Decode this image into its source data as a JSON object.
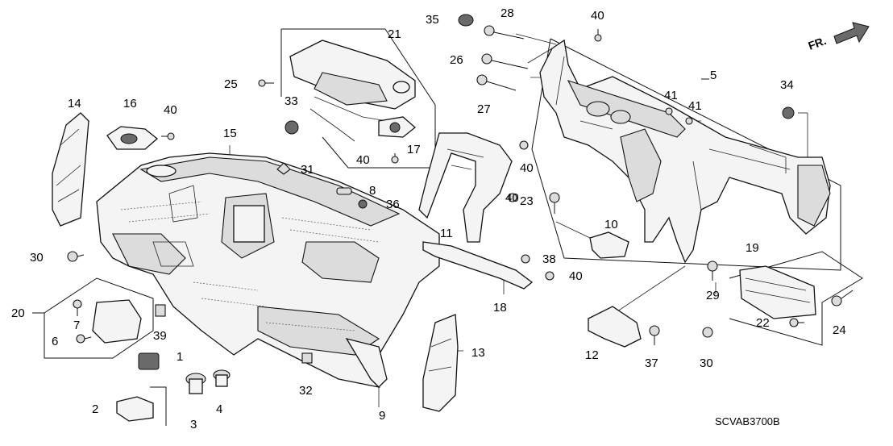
{
  "diagram": {
    "code": "SCVAB3700B",
    "direction_label": "FR.",
    "callouts": {
      "p1": "1",
      "p2": "2",
      "p3": "3",
      "p4": "4",
      "p5": "5",
      "p6": "6",
      "p7": "7",
      "p8": "8",
      "p9": "9",
      "p10": "10",
      "p11": "11",
      "p12": "12",
      "p13": "13",
      "p14": "14",
      "p15": "15",
      "p16": "16",
      "p17": "17",
      "p18": "18",
      "p19": "19",
      "p20": "20",
      "p21": "21",
      "p22": "22",
      "p23": "23",
      "p24": "24",
      "p25": "25",
      "p26": "26",
      "p27": "27",
      "p28": "28",
      "p29": "29",
      "p30": "30",
      "p31": "31",
      "p32": "32",
      "p33": "33",
      "p34": "34",
      "p35": "35",
      "p36": "36",
      "p37": "37",
      "p38": "38",
      "p39": "39",
      "p40": "40",
      "p41": "41"
    }
  }
}
